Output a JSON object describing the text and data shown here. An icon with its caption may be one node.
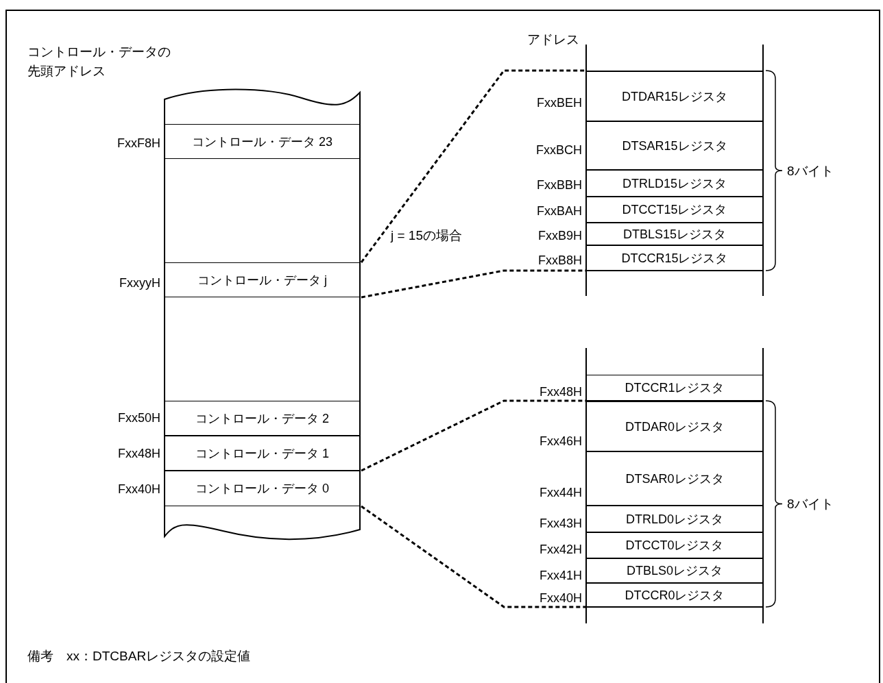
{
  "diagram": {
    "nodes": [
      {
        "text": [],
        "shape": "box"
      },
      {
        "text": [
          "コントロール・データ 23"
        ],
        "in": 0,
        "beside": [
          "FxxF8H"
        ]
      },
      {
        "text": [
          "コントロール・データ j"
        ],
        "in": 0,
        "beside": [
          "FxxyyH"
        ]
      },
      {
        "text": [
          "コントロール・データ 2"
        ],
        "in": 0,
        "beside": [
          "Fxx50H"
        ]
      },
      {
        "text": [
          "コントロール・データ 1"
        ],
        "in": 0,
        "beside": [
          "Fxx48H"
        ]
      },
      {
        "text": [
          "コントロール・データ 0"
        ],
        "in": 0,
        "beside": [
          "Fxx40H"
        ]
      },
      {
        "text": [],
        "shape": "box"
      },
      {
        "text": [
          "DTDAR15レジスタ"
        ],
        "in": 6,
        "beside": [
          "FxxBEH"
        ]
      },
      {
        "text": [
          "DTSAR15レジスタ"
        ],
        "in": 6,
        "beside": [
          "FxxBCH"
        ]
      },
      {
        "text": [
          "DTRLD15レジスタ"
        ],
        "in": 6,
        "beside": [
          "FxxBBH"
        ]
      },
      {
        "text": [
          "DTCCT15レジスタ"
        ],
        "in": 6,
        "beside": [
          "FxxBAH"
        ]
      },
      {
        "text": [
          "DTBLS15レジスタ"
        ],
        "in": 6,
        "beside": [
          "FxxB9H"
        ]
      },
      {
        "text": [
          "DTCCR15レジスタ"
        ],
        "in": 6,
        "beside": [
          "FxxB8H"
        ]
      },
      {
        "text": [
          "DTCCR1レジスタ"
        ],
        "beside": [
          "Fxx48H"
        ]
      },
      {
        "text": [],
        "shape": "box"
      },
      {
        "text": [
          "DTDAR0レジスタ"
        ],
        "in": 14,
        "beside": [
          "Fxx46H"
        ]
      },
      {
        "text": [
          "DTSAR0レジスタ"
        ],
        "in": 14,
        "beside": [
          "Fxx44H"
        ]
      },
      {
        "text": [
          "DTRLD0レジスタ"
        ],
        "in": 14,
        "beside": [
          "Fxx43H"
        ]
      },
      {
        "text": [
          "DTCCT0レジスタ"
        ],
        "in": 14,
        "beside": [
          "Fxx42H"
        ]
      },
      {
        "text": [
          "DTBLS0レジスタ"
        ],
        "in": 14,
        "beside": [
          "Fxx41H"
        ]
      },
      {
        "text": [
          "DTCCR0レジスタ"
        ],
        "in": 14,
        "beside": [
          "Fxx40H"
        ]
      }
    ],
    "edges": [
      {
        "from": 2,
        "to": 6,
        "arrow": "none",
        "style": "dashed"
      },
      {
        "from": 2,
        "to": 6,
        "arrow": "none",
        "style": "dashed"
      },
      {
        "from": 5,
        "to": 14,
        "arrow": "none",
        "style": "dashed"
      },
      {
        "from": 5,
        "to": 14,
        "arrow": "none",
        "style": "dashed"
      }
    ],
    "labels": [
      "コントロール・データの先頭アドレス",
      "アドレス",
      "j = 15の場合",
      "8バイト",
      "8バイト",
      "備考　xx：DTCBARレジスタの設定値"
    ]
  }
}
